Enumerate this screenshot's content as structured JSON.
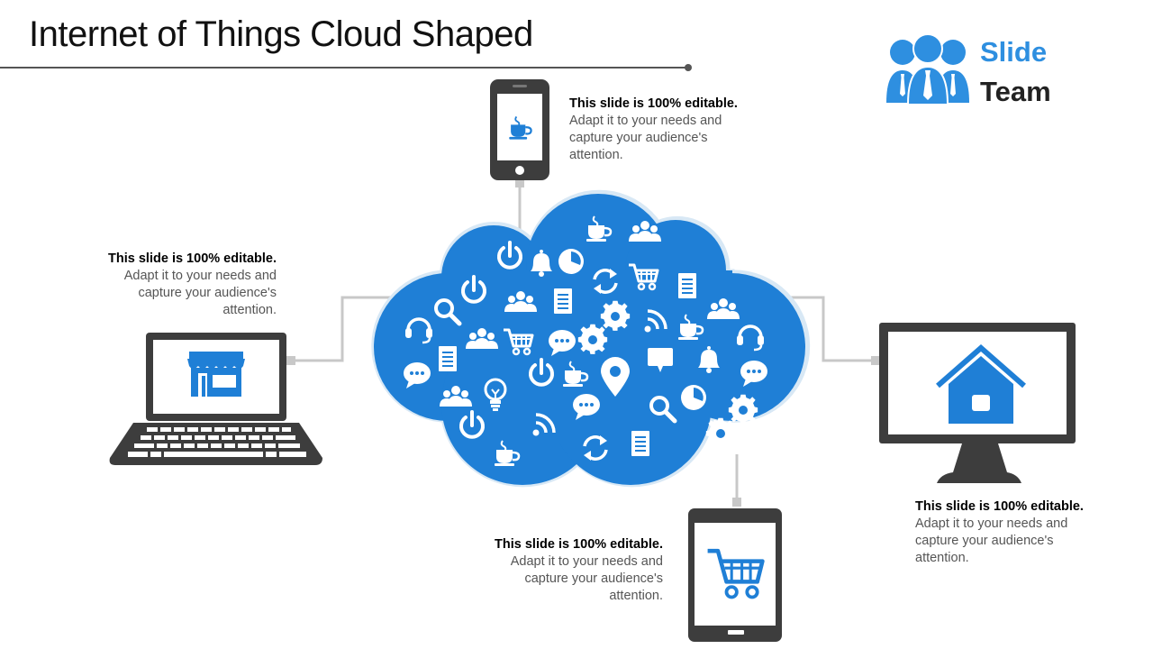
{
  "title": "Internet of Things Cloud Shaped",
  "logo": {
    "word1": "Slide",
    "word2": "Team"
  },
  "colors": {
    "accent": "#1f7fd6",
    "device": "#3d3d3d",
    "connector": "#c8c8c8"
  },
  "notes": [
    {
      "id": "phone",
      "heading": "This slide is 100% editable.",
      "lines": [
        "Adapt it to your needs and",
        "capture your audience's",
        "attention."
      ]
    },
    {
      "id": "laptop",
      "heading": "This slide is 100% editable.",
      "lines": [
        "Adapt it to your needs and",
        "capture your audience's",
        "attention."
      ]
    },
    {
      "id": "tablet",
      "heading": "This slide is 100% editable.",
      "lines": [
        "Adapt it to your needs and",
        "capture your audience's",
        "attention."
      ]
    },
    {
      "id": "monitor",
      "heading": "This slide is 100% editable.",
      "lines": [
        "Adapt it to your needs and",
        "capture your audience's",
        "attention."
      ]
    }
  ],
  "devices": [
    {
      "name": "smartphone",
      "icon": "coffee-cup-icon"
    },
    {
      "name": "laptop",
      "icon": "storefront-icon"
    },
    {
      "name": "tablet",
      "icon": "shopping-cart-icon"
    },
    {
      "name": "monitor",
      "icon": "home-icon"
    }
  ],
  "cloud_icons": [
    "coffee-cup-icon",
    "users-icon",
    "power-icon",
    "bell-icon",
    "pie-chart-icon",
    "refresh-icon",
    "shopping-cart-icon",
    "document-icon",
    "headset-icon",
    "search-icon",
    "gear-icon",
    "wifi-icon",
    "chat-bubble-icon",
    "lightbulb-icon",
    "location-pin-icon"
  ]
}
